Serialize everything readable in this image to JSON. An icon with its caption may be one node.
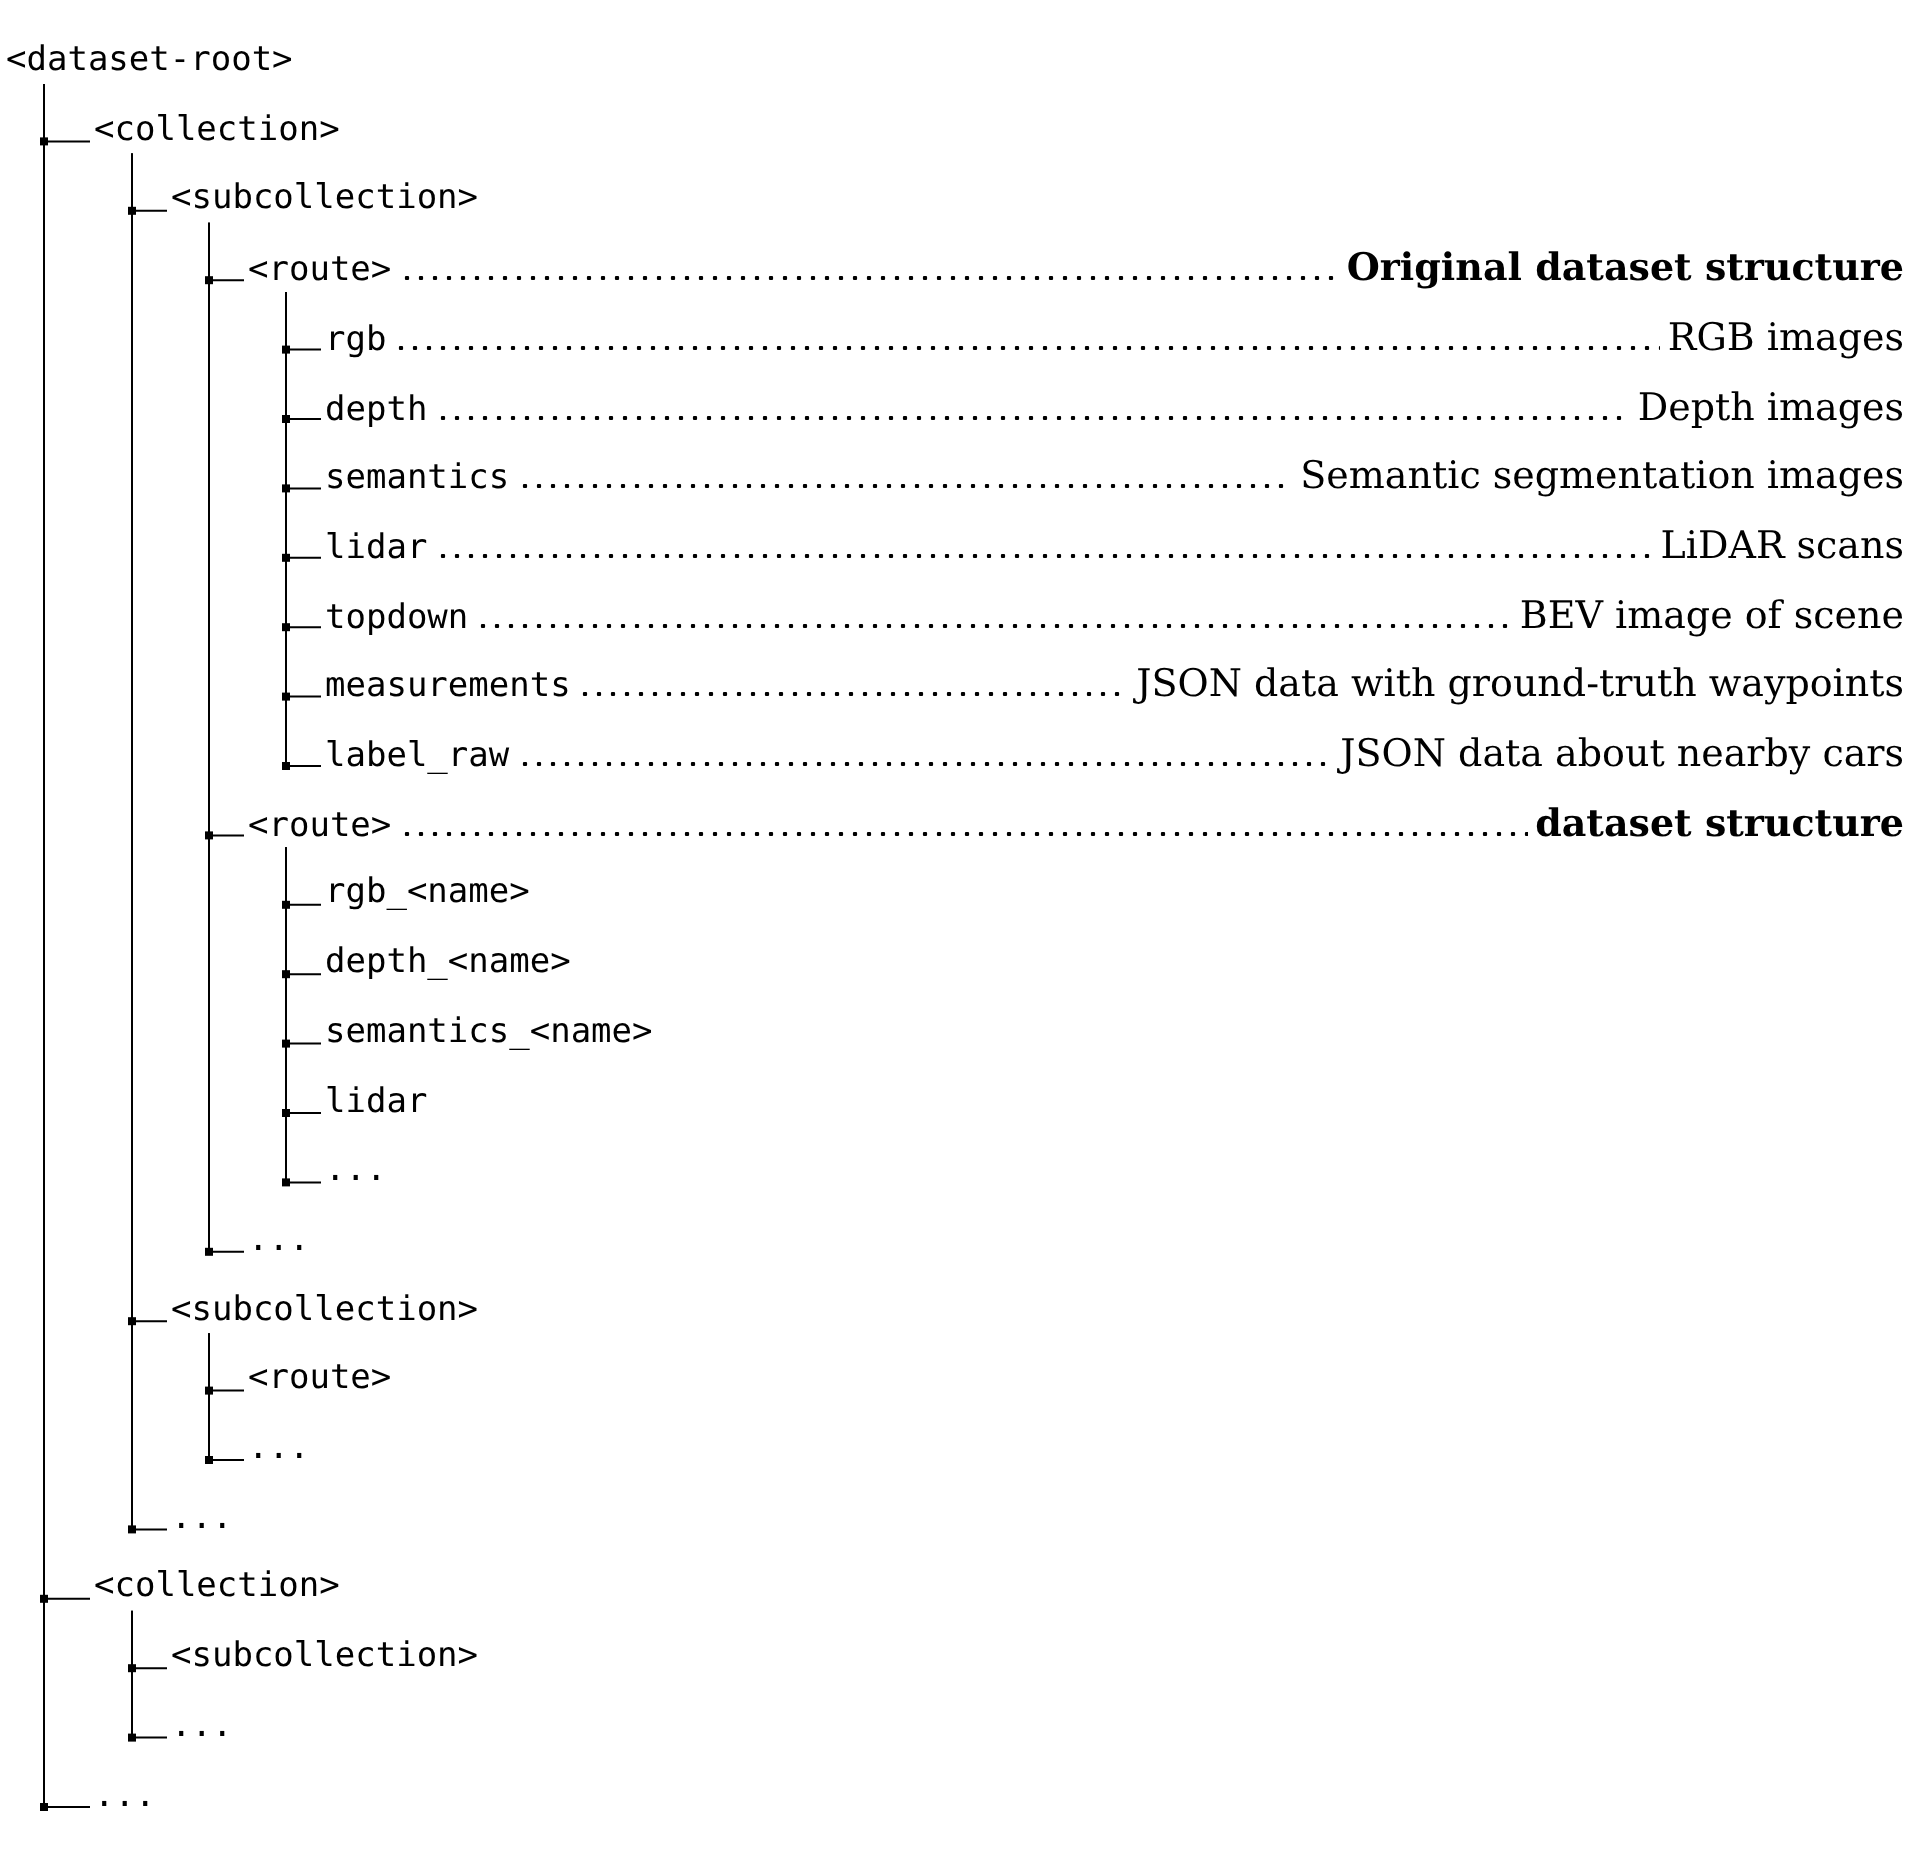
{
  "diagram": {
    "nodes": [
      {
        "text": [
          "<dataset-root>"
        ]
      },
      {
        "text": [
          "<collection>"
        ]
      },
      {
        "text": [
          "<subcollection>"
        ]
      },
      {
        "text": [
          "<route>"
        ],
        "beside": [
          "Original dataset structure"
        ]
      },
      {
        "text": [
          "rgb"
        ],
        "beside": [
          "RGB images"
        ]
      },
      {
        "text": [
          "depth"
        ],
        "beside": [
          "Depth images"
        ]
      },
      {
        "text": [
          "semantics"
        ],
        "beside": [
          "Semantic segmentation images"
        ]
      },
      {
        "text": [
          "lidar"
        ],
        "beside": [
          "LiDAR scans"
        ]
      },
      {
        "text": [
          "topdown"
        ],
        "beside": [
          "BEV image of scene"
        ]
      },
      {
        "text": [
          "measurements"
        ],
        "beside": [
          "JSON data with ground-truth waypoints"
        ]
      },
      {
        "text": [
          "label_raw"
        ],
        "beside": [
          "JSON data about nearby cars"
        ]
      },
      {
        "text": [
          "<route>"
        ],
        "beside": [
          "dataset structure"
        ]
      },
      {
        "text": [
          "rgb_<name>"
        ]
      },
      {
        "text": [
          "depth_<name>"
        ]
      },
      {
        "text": [
          "semantics_<name>"
        ]
      },
      {
        "text": [
          "lidar"
        ]
      },
      {
        "text": [
          "..."
        ]
      },
      {
        "text": [
          "..."
        ]
      },
      {
        "text": [
          "<subcollection>"
        ]
      },
      {
        "text": [
          "<route>"
        ]
      },
      {
        "text": [
          "..."
        ]
      },
      {
        "text": [
          "..."
        ]
      },
      {
        "text": [
          "<collection>"
        ]
      },
      {
        "text": [
          "<subcollection>"
        ]
      },
      {
        "text": [
          "..."
        ]
      },
      {
        "text": [
          "..."
        ]
      }
    ],
    "edges": [
      {
        "from": 0,
        "to": 1,
        "arrow": "none"
      },
      {
        "from": 1,
        "to": 2,
        "arrow": "none"
      },
      {
        "from": 2,
        "to": 3,
        "arrow": "none"
      },
      {
        "from": 3,
        "to": 4,
        "arrow": "none"
      },
      {
        "from": 3,
        "to": 5,
        "arrow": "none"
      },
      {
        "from": 3,
        "to": 6,
        "arrow": "none"
      },
      {
        "from": 3,
        "to": 7,
        "arrow": "none"
      },
      {
        "from": 3,
        "to": 8,
        "arrow": "none"
      },
      {
        "from": 3,
        "to": 9,
        "arrow": "none"
      },
      {
        "from": 3,
        "to": 10,
        "arrow": "none"
      },
      {
        "from": 2,
        "to": 11,
        "arrow": "none"
      },
      {
        "from": 11,
        "to": 12,
        "arrow": "none"
      },
      {
        "from": 11,
        "to": 13,
        "arrow": "none"
      },
      {
        "from": 11,
        "to": 14,
        "arrow": "none"
      },
      {
        "from": 11,
        "to": 15,
        "arrow": "none"
      },
      {
        "from": 11,
        "to": 16,
        "arrow": "none"
      },
      {
        "from": 2,
        "to": 17,
        "arrow": "none"
      },
      {
        "from": 1,
        "to": 18,
        "arrow": "none"
      },
      {
        "from": 18,
        "to": 19,
        "arrow": "none"
      },
      {
        "from": 18,
        "to": 20,
        "arrow": "none"
      },
      {
        "from": 1,
        "to": 21,
        "arrow": "none"
      },
      {
        "from": 0,
        "to": 22,
        "arrow": "none"
      },
      {
        "from": 22,
        "to": 23,
        "arrow": "none"
      },
      {
        "from": 22,
        "to": 24,
        "arrow": "none"
      },
      {
        "from": 0,
        "to": 25,
        "arrow": "none"
      }
    ]
  }
}
